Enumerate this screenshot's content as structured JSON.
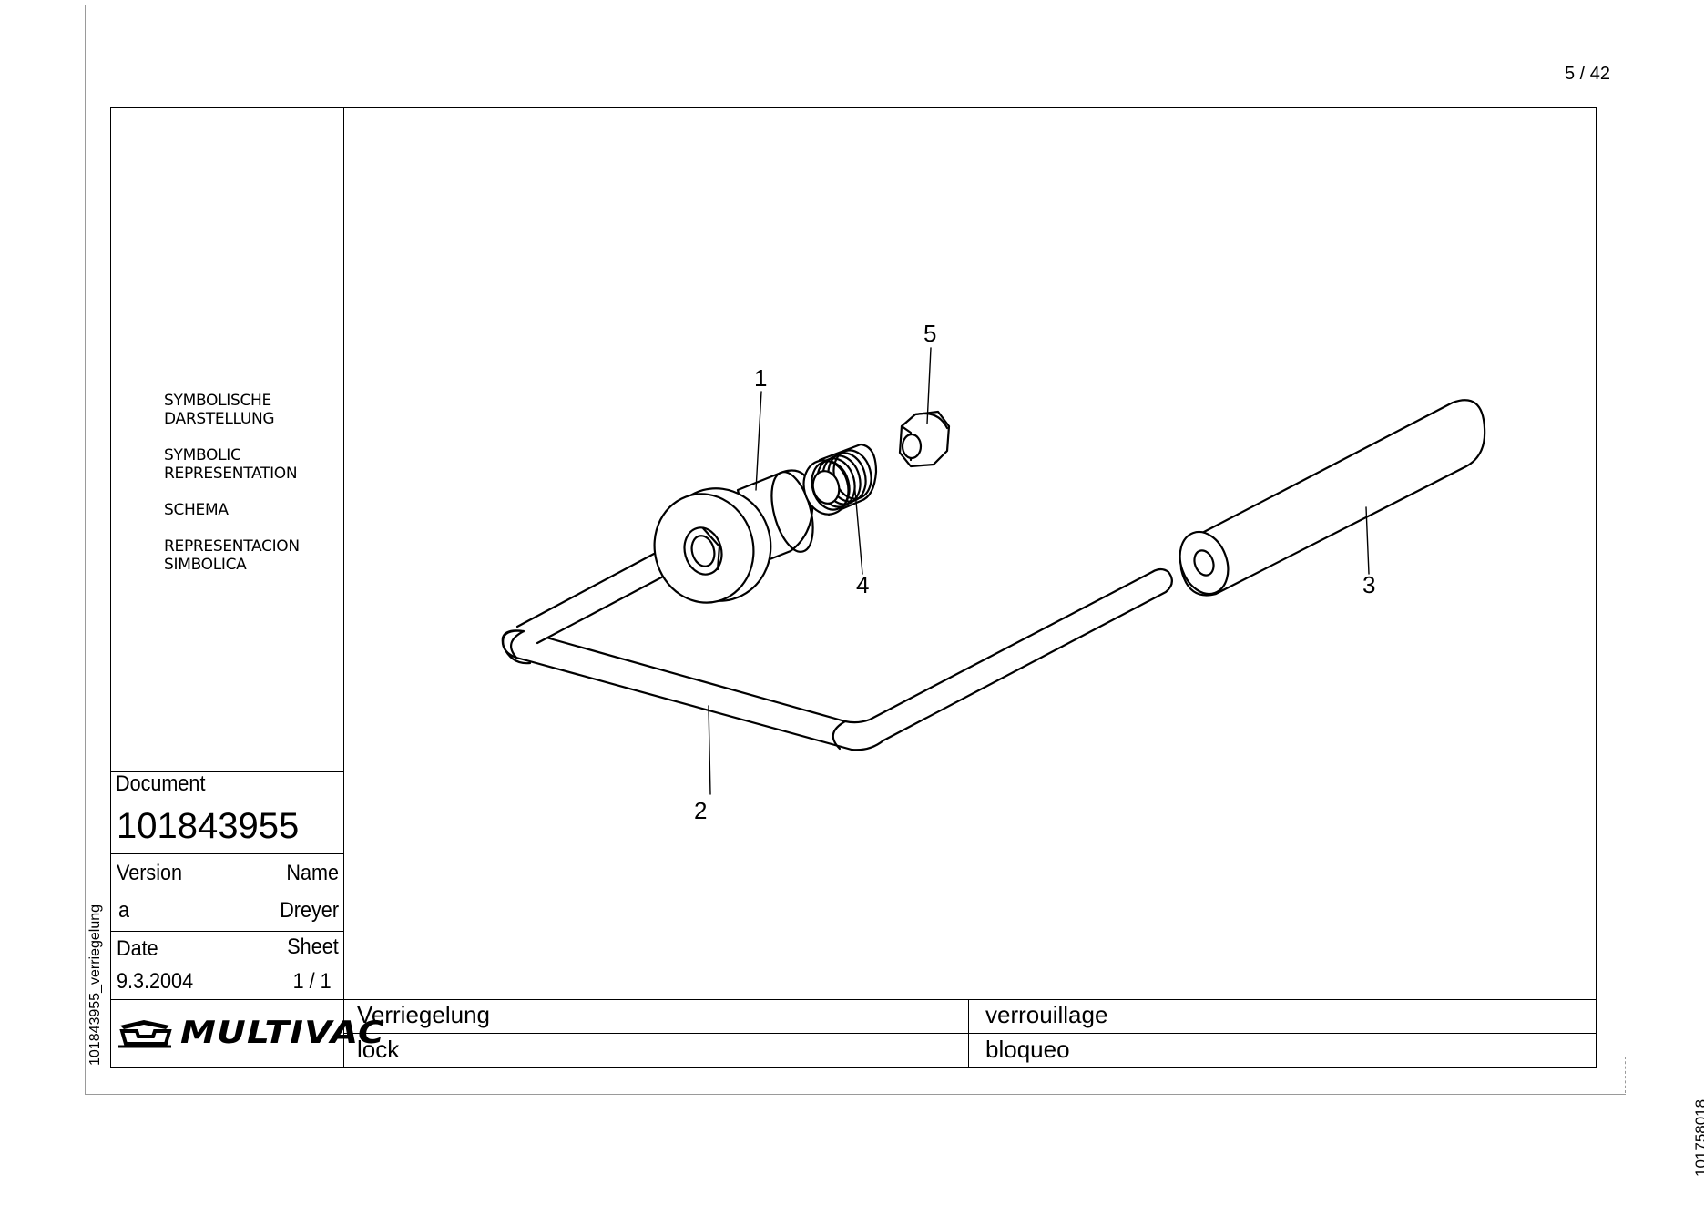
{
  "page": {
    "page_number": "5 / 42",
    "right_margin_code": "101758018",
    "side_file_label": "101843955_verriegelung"
  },
  "representation": {
    "de_line1": "SYMBOLISCHE",
    "de_line2": "DARSTELLUNG",
    "en_line1": "SYMBOLIC",
    "en_line2": "REPRESENTATION",
    "fr_line1": "SCHEMA",
    "es_line1": "REPRESENTACION",
    "es_line2": "SIMBOLICA"
  },
  "title_block": {
    "document_label": "Document",
    "document_number": "101843955",
    "version_label": "Version",
    "version_value": "a",
    "name_label": "Name",
    "name_value": "Dreyer",
    "date_label": "Date",
    "date_value": "9.3.2004",
    "sheet_label": "Sheet",
    "sheet_value": "1 / 1",
    "logo_text": "MULTIVAC",
    "title_de": "Verriegelung",
    "title_fr": "verrouillage",
    "title_en": "lock",
    "title_es": "bloqueo"
  },
  "drawing": {
    "callouts": [
      "1",
      "2",
      "3",
      "4",
      "5"
    ]
  },
  "colors": {
    "line": "#000000",
    "frame_gray": "#9a9a9a",
    "background": "#ffffff"
  }
}
